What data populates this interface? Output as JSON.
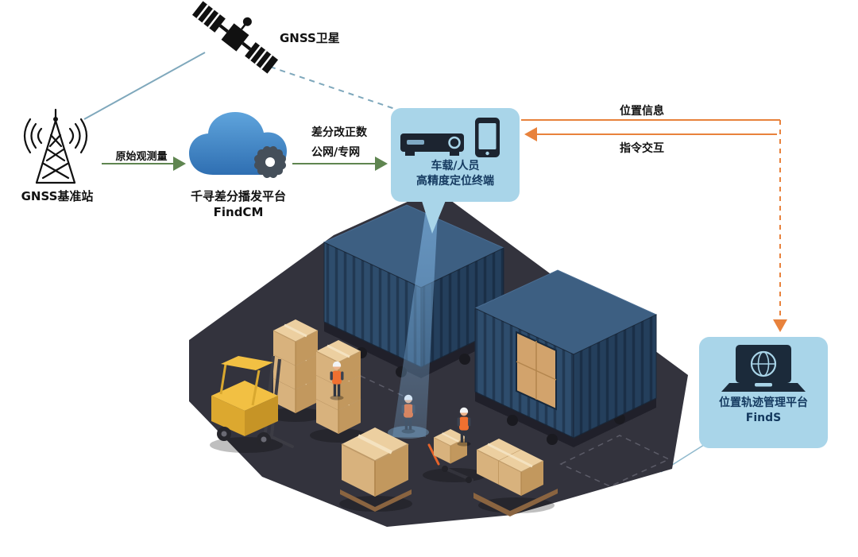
{
  "nodes": {
    "satellite": {
      "label": "GNSS卫星"
    },
    "base_station": {
      "label": "GNSS基准站"
    },
    "cloud_platform": {
      "name": "千寻差分播发平台",
      "product": "FindCM"
    },
    "terminal": {
      "line1": "车载/人员",
      "line2": "高精度定位终端"
    },
    "management_platform": {
      "name": "位置轨迹管理平台",
      "product": "FindS"
    }
  },
  "flows": {
    "raw_observation": {
      "label": "原始观测量"
    },
    "correction": {
      "label": "差分改正数"
    },
    "network": {
      "label": "公网/专网"
    },
    "position_info": {
      "label": "位置信息"
    },
    "command_interaction": {
      "label": "指令交互"
    }
  },
  "colors": {
    "accent_orange": "#e8823c",
    "accent_green": "#5f8550",
    "accent_teal": "#7fa8bc",
    "panel_blue": "#a9d5e9",
    "panel_text": "#14395f",
    "cloud_blue": "#3f88c5",
    "ink": "#111111"
  }
}
